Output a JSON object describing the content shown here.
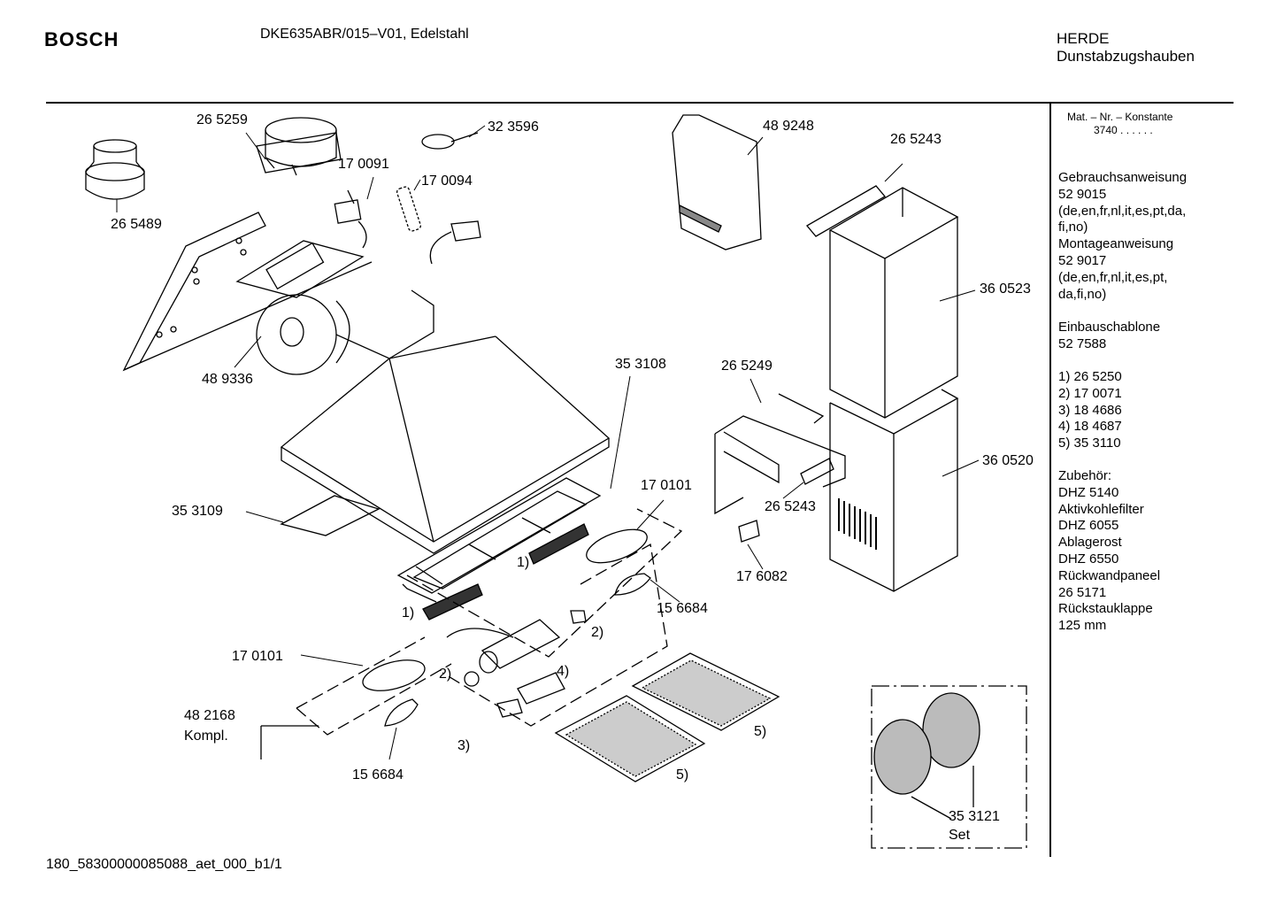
{
  "header": {
    "brand": "BOSCH",
    "model": "DKE635ABR/015–V01, Edelstahl",
    "category_line1": "HERDE",
    "category_line2": "Dunstabzugshauben"
  },
  "sidebar": {
    "mat_nr_label": "Mat. – Nr. – Konstante",
    "mat_nr_value": "3740  .  .  .  .  .  .",
    "docs": [
      {
        "title": "Gebrauchsanweisung",
        "number": "52 9015",
        "lang1": "(de,en,fr,nl,it,es,pt,da,",
        "lang2": "fi,no)"
      },
      {
        "title": "Montageanweisung",
        "number": "52 9017",
        "lang1": "(de,en,fr,nl,it,es,pt,",
        "lang2": "da,fi,no)"
      }
    ],
    "template_title": "Einbauschablone",
    "template_number": "52 7588",
    "footnotes": [
      "1)  26 5250",
      "2)  17 0071",
      "3)  18 4686",
      "4)  18 4687",
      "5)  35 3110"
    ],
    "accessories_title": "Zubehör:",
    "accessories": [
      "DHZ 5140",
      "Aktivkohlefilter",
      "DHZ 6055",
      "Ablagerost",
      "DHZ 6550",
      "Rückwandpaneel",
      "26 5171",
      "Rückstauklappe",
      "125 mm"
    ]
  },
  "parts": {
    "p265259": "26 5259",
    "p323596": "32 3596",
    "p170091": "17 0091",
    "p170094": "17 0094",
    "p265489": "26 5489",
    "p489248": "48 9248",
    "p265243a": "26 5243",
    "p360523": "36 0523",
    "p489336": "48 9336",
    "p353108": "35 3108",
    "p265249": "26 5249",
    "p360520": "36 0520",
    "p353109": "35 3109",
    "p170101a": "17 0101",
    "p265243b": "26 5243",
    "p176082": "17 6082",
    "p156684a": "15 6684",
    "p170101b": "17 0101",
    "p482168": "48 2168",
    "p482168b": "Kompl.",
    "p156684b": "15 6684",
    "p353121": "35 3121",
    "p353121b": "Set",
    "ref1a": "1)",
    "ref1b": "1)",
    "ref2a": "2)",
    "ref2b": "2)",
    "ref3": "3)",
    "ref4": "4)",
    "ref5a": "5)",
    "ref5b": "5)"
  },
  "footer": {
    "doc_id": "180_58300000085088_aet_000_b1/1"
  }
}
